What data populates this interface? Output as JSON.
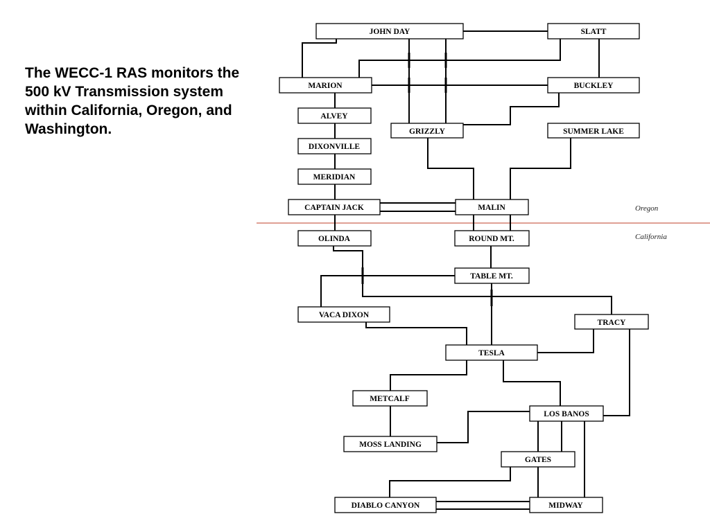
{
  "description_text": "The WECC-1 RAS monitors the 500 kV Transmission system within California, Oregon, and Washington.",
  "regions": {
    "oregon": "Oregon",
    "california": "California"
  },
  "colors": {
    "border_line": "#cc6655",
    "connection": "#000000"
  },
  "nodes": {
    "john_day": "JOHN DAY",
    "slatt": "SLATT",
    "marion": "MARION",
    "buckley": "BUCKLEY",
    "alvey": "ALVEY",
    "grizzly": "GRIZZLY",
    "summer_lake": "SUMMER LAKE",
    "dixonville": "DIXONVILLE",
    "meridian": "MERIDIAN",
    "captain_jack": "CAPTAIN JACK",
    "malin": "MALIN",
    "olinda": "OLINDA",
    "round_mt": "ROUND MT.",
    "table_mt": "TABLE MT.",
    "vaca_dixon": "VACA DIXON",
    "tracy": "TRACY",
    "tesla": "TESLA",
    "metcalf": "METCALF",
    "los_banos": "LOS BANOS",
    "moss_landing": "MOSS LANDING",
    "gates": "GATES",
    "diablo_canyon": "DIABLO CANYON",
    "midway": "MIDWAY"
  }
}
